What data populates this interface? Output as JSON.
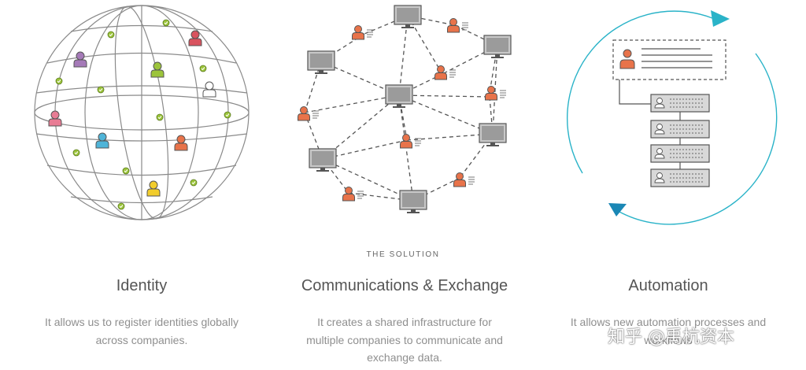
{
  "eyebrow": "THE SOLUTION",
  "columns": [
    {
      "title": "Identity",
      "text_line1": "It allows us to register identities globally",
      "text_line2": "across companies."
    },
    {
      "title": "Communications & Exchange",
      "text_line1": "It creates a shared infrastructure for",
      "text_line2": "multiple companies to communicate and",
      "text_line3": "exchange data."
    },
    {
      "title": "Automation",
      "text_line1": "It allows new automation processes and",
      "text_line2": "workflows"
    }
  ],
  "watermark": "知乎 @禹杭资本",
  "colors": {
    "globe_line": "#8a8a8a",
    "node_green": "#9cc43b",
    "person_orange": "#e8734a",
    "person_purple": "#a57ab8",
    "person_green": "#9cc43b",
    "person_red": "#d9535f",
    "person_pink": "#e87c94",
    "person_blue": "#4fb4d8",
    "person_yellow": "#f2cd2c",
    "person_white": "#ffffff",
    "monitor_fill": "#c8c8c8",
    "cycle_teal": "#2ab3c8",
    "text_title": "#555555",
    "text_body": "#8f8f8f"
  },
  "icons": [
    "globe-icon",
    "person-icon",
    "monitor-icon",
    "network-icon",
    "cycle-arrow-icon",
    "server-stack-icon",
    "document-card-icon"
  ]
}
